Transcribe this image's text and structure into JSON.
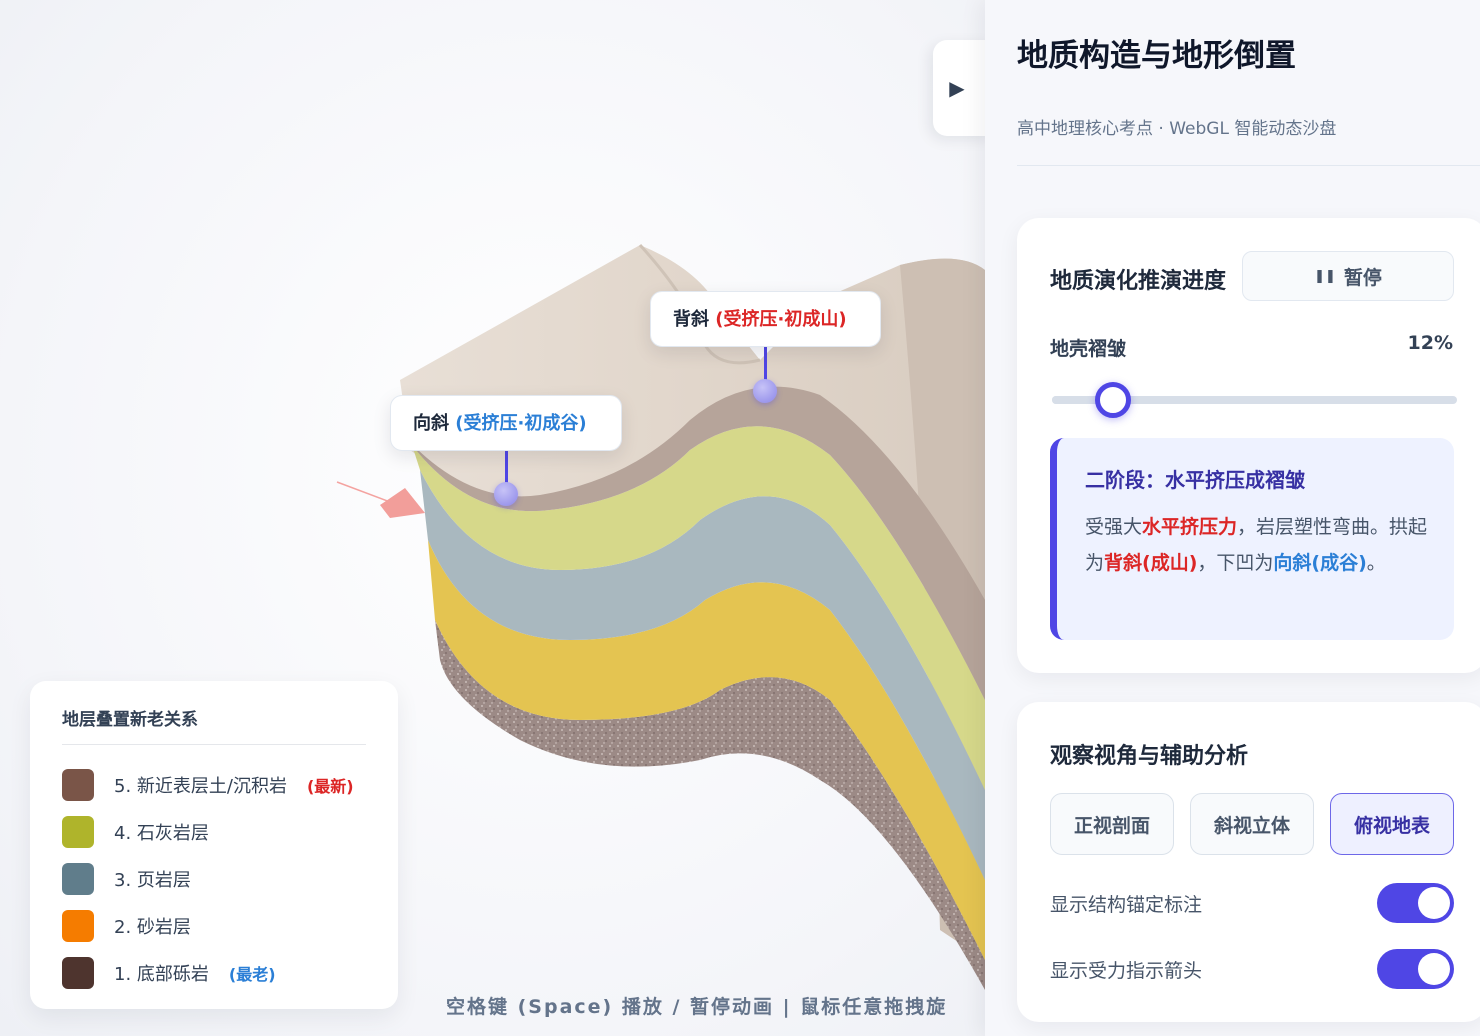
{
  "stage": {
    "labels": {
      "anticline": {
        "name": "背斜",
        "note": "(受挤压·初成山)"
      },
      "syncline": {
        "name": "向斜",
        "note": "(受挤压·初成谷)"
      }
    },
    "hint": "空格键 (Space) 播放 / 暂停动画 | 鼠标任意拖拽旋"
  },
  "legend": {
    "title": "地层叠置新老关系",
    "items": [
      {
        "label": "5. 新近表层土/沉积岩",
        "note": "(最新)",
        "color": "#7a5548",
        "note_color": "#dc2626"
      },
      {
        "label": "4. 石灰岩层",
        "note": "",
        "color": "#afb42b",
        "note_color": ""
      },
      {
        "label": "3. 页岩层",
        "note": "",
        "color": "#607d8b",
        "note_color": ""
      },
      {
        "label": "2. 砂岩层",
        "note": "",
        "color": "#f57c00",
        "note_color": ""
      },
      {
        "label": "1. 底部砾岩",
        "note": "(最老)",
        "color": "#4e342e",
        "note_color": "#2b7fd6"
      }
    ]
  },
  "panel": {
    "title": "地质构造与地形倒置",
    "subtitle": "高中地理核心考点 · WebGL 智能动态沙盘",
    "progress": {
      "title": "地质演化推演进度",
      "pause_label": "暂停",
      "slider_label": "地壳褶皱",
      "slider_value_text": "12%",
      "slider_value": 0.12,
      "stage_title": "二阶段：水平挤压成褶皱",
      "stage_text": {
        "p1": "受强大",
        "h1": "水平挤压力",
        "p2": "，岩层塑性弯曲。拱起为",
        "h2": "背斜(成山)",
        "p3": "，下凹为",
        "h3": "向斜(成谷)",
        "p4": "。"
      }
    },
    "view": {
      "title": "观察视角与辅助分析",
      "buttons": [
        "正视剖面",
        "斜视立体",
        "俯视地表"
      ],
      "active_index": 2,
      "toggles": [
        {
          "label": "显示结构锚定标注",
          "on": true
        },
        {
          "label": "显示受力指示箭头",
          "on": true
        }
      ]
    }
  },
  "colors": {
    "accent": "#4f46e5",
    "red": "#dc2626",
    "blue": "#2b7fd6"
  }
}
